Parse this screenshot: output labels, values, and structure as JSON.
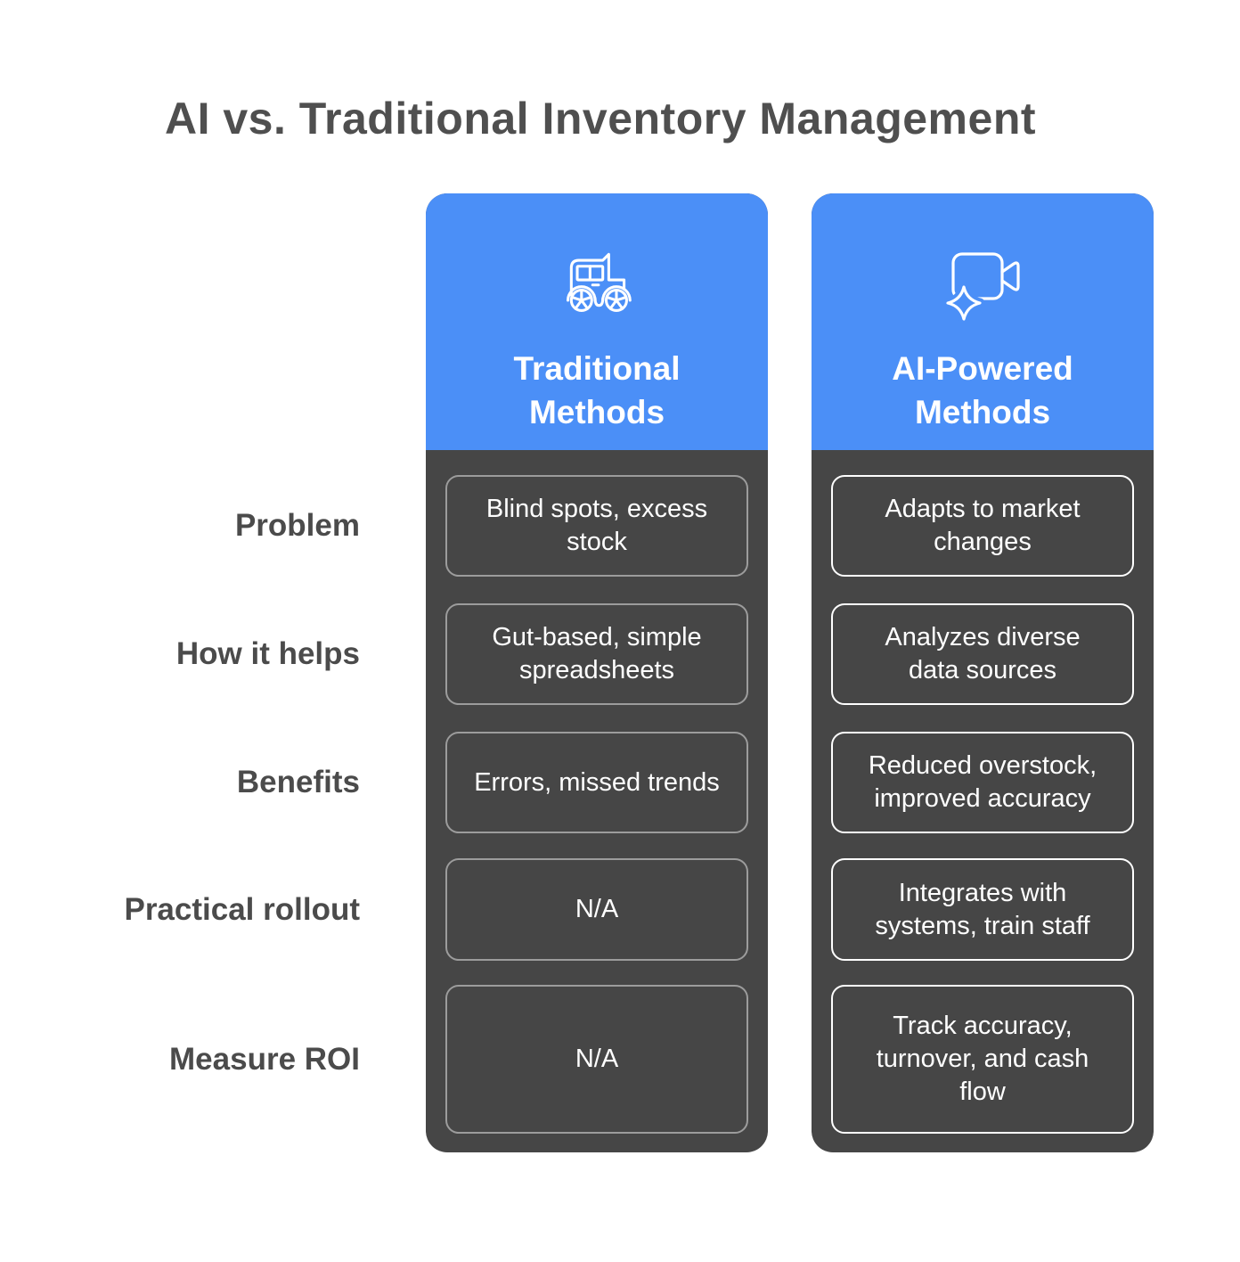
{
  "title": "AI vs. Traditional Inventory Management",
  "rows": [
    "Problem",
    "How it helps",
    "Benefits",
    "Practical rollout",
    "Measure ROI"
  ],
  "columns": [
    {
      "title": "Traditional Methods",
      "icon": "carriage-icon",
      "cells": [
        "Blind spots, excess stock",
        "Gut-based, simple spreadsheets",
        "Errors, missed trends",
        "N/A",
        "N/A"
      ]
    },
    {
      "title": "AI-Powered Methods",
      "icon": "ai-camera-sparkle-icon",
      "cells": [
        "Adapts to market changes",
        "Analyzes diverse data sources",
        "Reduced overstock, improved accuracy",
        "Integrates with systems, train staff",
        "Track accuracy, turnover, and cash flow"
      ]
    }
  ],
  "colors": {
    "accent_blue": "#4b8ff7",
    "panel_dark": "#464646",
    "cell_border_traditional": "#9c9c9c",
    "cell_border_ai": "#ffffff",
    "heading_gray": "#4f4f4f"
  }
}
